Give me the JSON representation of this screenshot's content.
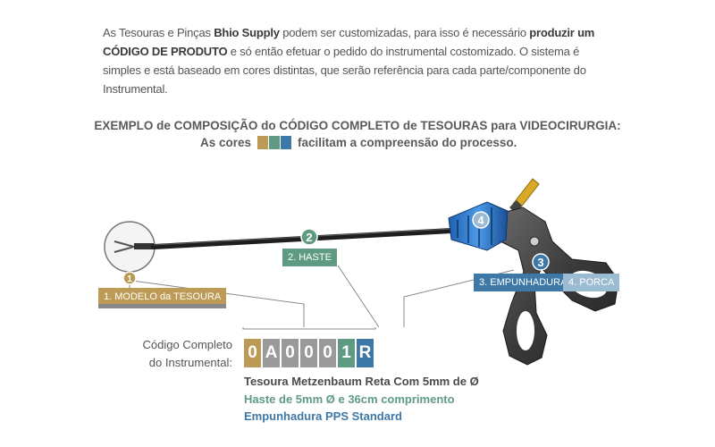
{
  "colors": {
    "gold": "#bd9a55",
    "green": "#5f9b82",
    "gray": "#9a9a9a",
    "blue": "#3d78a6",
    "lightblue": "#9bbbd2",
    "dark": "#2f2f2f"
  },
  "intro": {
    "p1": "As Tesouras e Pinças ",
    "brand": "Bhio Supply",
    "p2": " podem ser customizadas, para isso é necessário ",
    "bold1": "produzir um CÓDIGO DE PRODUTO",
    "p3": " e só então efetuar o pedido do instrumental costomizado. O sistema é simples e está baseado em cores distintas, que serão referência para cada parte/componente do Instrumental."
  },
  "example": {
    "title": "EXEMPLO de COMPOSIÇÃO do CÓDIGO COMPLETO de TESOURAS para VIDEOCIRURGIA:",
    "sub_before": "As cores",
    "sub_after": "facilitam a compreensão do processo."
  },
  "parts": [
    {
      "num": "1",
      "label": "1. MODELO da TESOURA",
      "color": "#bd9a55"
    },
    {
      "num": "2",
      "label": "2. HASTE",
      "color": "#5f9b82"
    },
    {
      "num": "3",
      "label": "3. EMPUNHADURA",
      "color": "#3d78a6"
    },
    {
      "num": "4",
      "label": "4. PORCA",
      "color": "#9bbbd2"
    }
  ],
  "code": {
    "label_line1": "Código Completo",
    "label_line2": "do Instrumental:",
    "chars": [
      {
        "c": "0",
        "color": "#bd9a55"
      },
      {
        "c": "A",
        "color": "#9a9a9a"
      },
      {
        "c": "0",
        "color": "#9a9a9a"
      },
      {
        "c": "0",
        "color": "#9a9a9a"
      },
      {
        "c": "0",
        "color": "#9a9a9a"
      },
      {
        "c": "1",
        "color": "#5f9b82"
      },
      {
        "c": "R",
        "color": "#3d78a6"
      }
    ]
  },
  "descriptions": [
    {
      "text": "Tesoura Metzenbaum Reta Com 5mm de Ø",
      "color": "#4a4a4a"
    },
    {
      "text": "Haste de 5mm Ø e 36cm comprimento",
      "color": "#5f9b82"
    },
    {
      "text": "Empunhadura PPS Standard",
      "color": "#3d78a6"
    }
  ]
}
